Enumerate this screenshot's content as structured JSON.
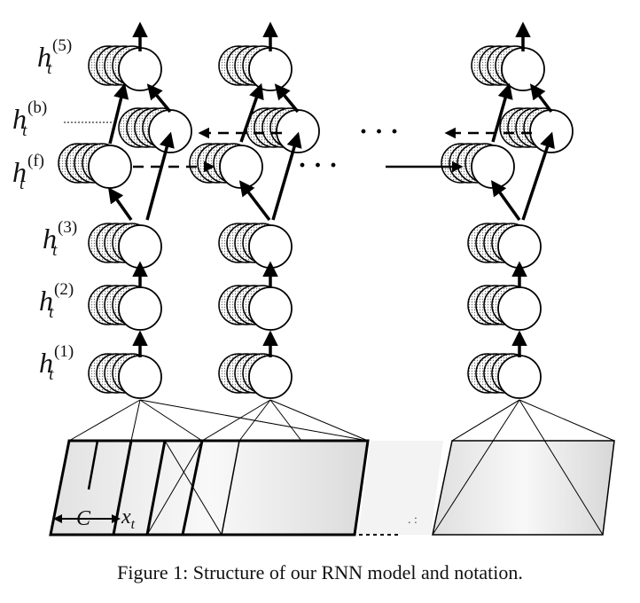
{
  "caption": "Figure 1: Structure of our RNN model and notation.",
  "layer_labels": [
    {
      "id": "h5",
      "base": "h",
      "sub": "t",
      "sup": "(5)"
    },
    {
      "id": "hb",
      "base": "h",
      "sub": "t",
      "sup": "(b)"
    },
    {
      "id": "hf",
      "base": "h",
      "sub": "t",
      "sup": "(f)"
    },
    {
      "id": "h3",
      "base": "h",
      "sub": "t",
      "sup": "(3)"
    },
    {
      "id": "h2",
      "base": "h",
      "sub": "t",
      "sup": "(2)"
    },
    {
      "id": "h1",
      "base": "h",
      "sub": "t",
      "sup": "(1)"
    }
  ],
  "input_labels": {
    "context": "C",
    "frame_base": "x",
    "frame_sub": "t"
  },
  "ellipsis": "· · ·"
}
